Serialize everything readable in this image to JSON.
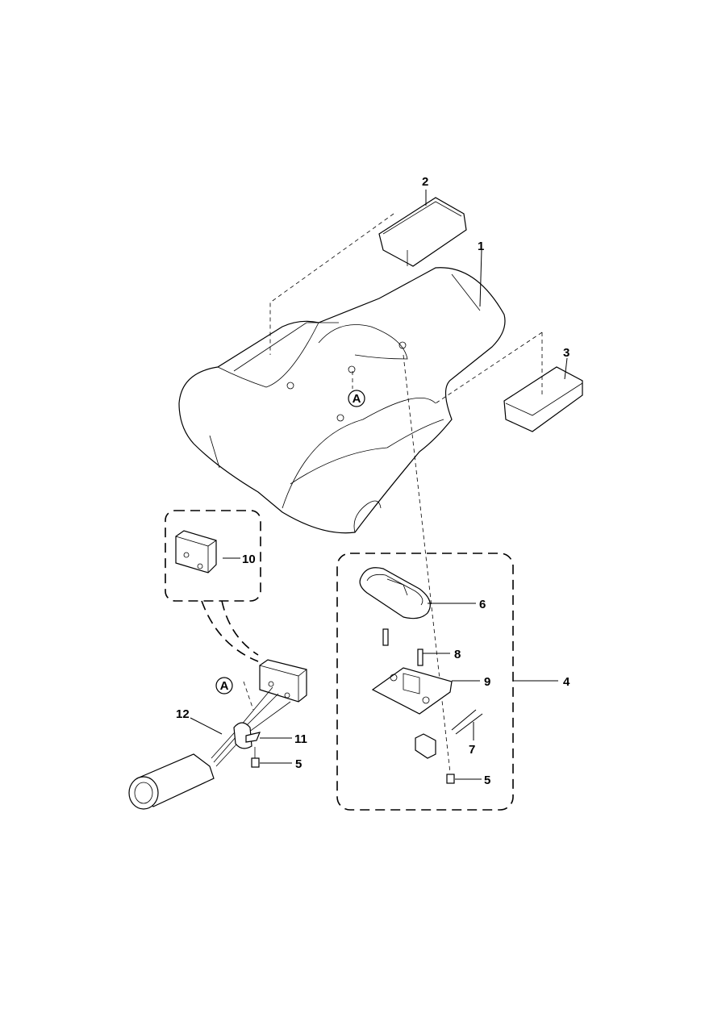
{
  "callouts": {
    "p1": "1",
    "p2": "2",
    "p3": "3",
    "p4": "4",
    "p5a": "5",
    "p5b": "5",
    "p6": "6",
    "p7": "7",
    "p8": "8",
    "p9": "9",
    "p10": "10",
    "p11": "11",
    "p12": "12"
  },
  "detail_refs": {
    "ref_a_top": "A",
    "ref_a_bottom": "A"
  }
}
